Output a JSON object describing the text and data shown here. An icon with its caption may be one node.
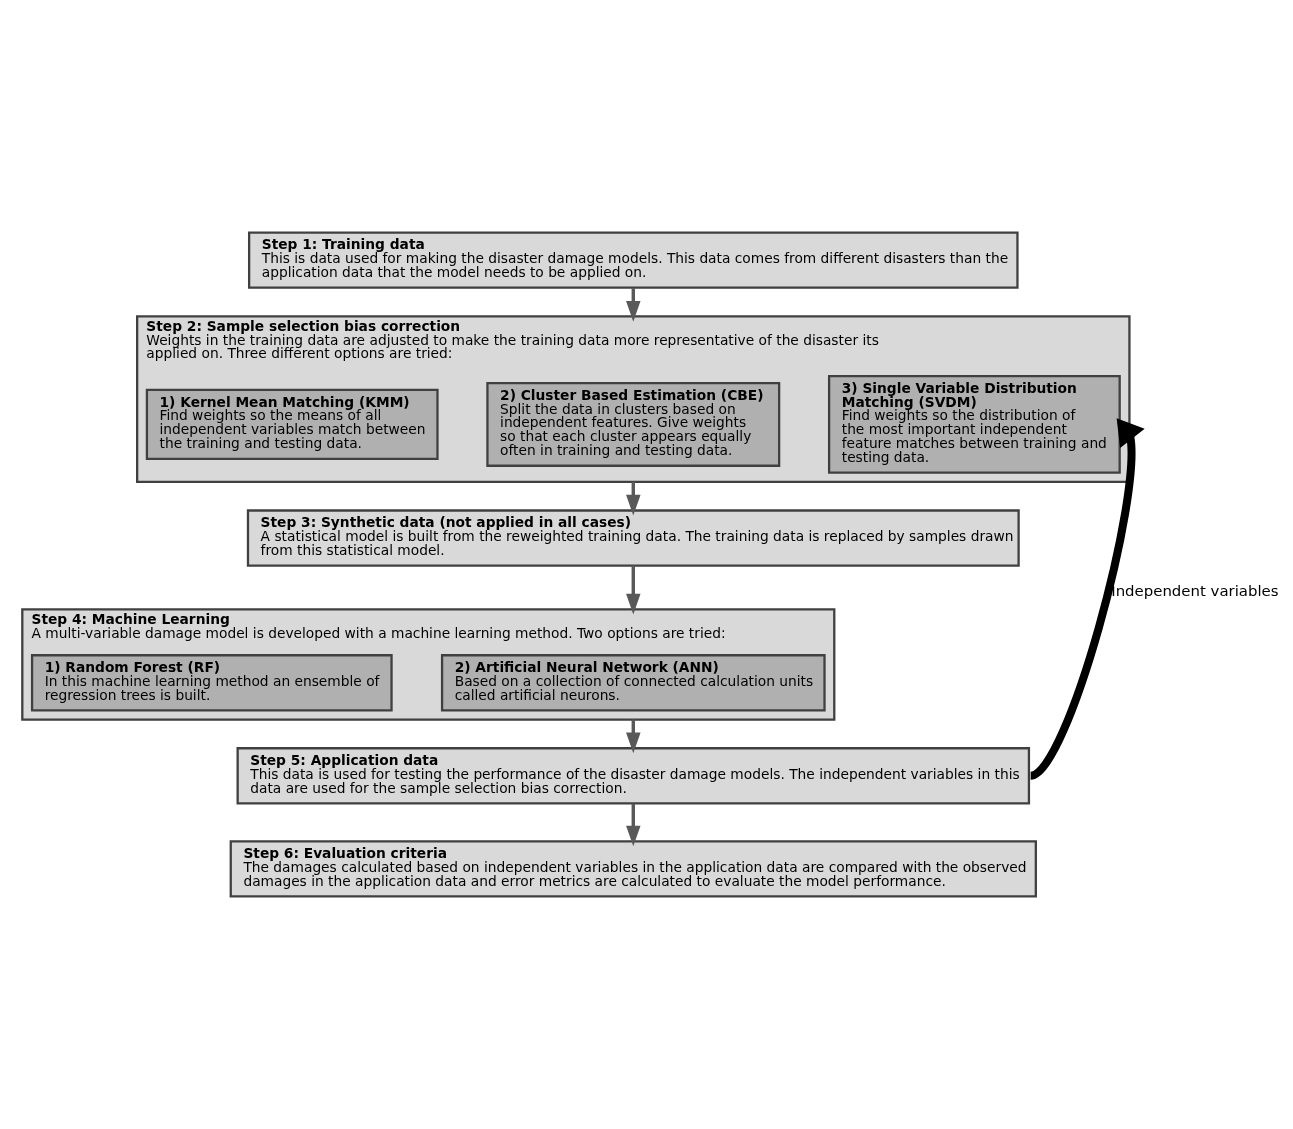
{
  "diagram": {
    "nodes": [
      {
        "text": [
          "Step 1: Training data",
          "This is data used for making the disaster damage models. This data comes from different disasters than the application data that the model needs to be applied on."
        ]
      },
      {
        "text": [
          "Step 2: Sample selection bias correction",
          "Weights in the training data are adjusted to make the training data more representative of the disaster its applied on. Three different options are tried:"
        ]
      },
      {
        "text": [
          "1) Kernel Mean Matching (KMM)",
          "Find weights so the means of all independent variables match between the training and testing data."
        ],
        "in": 1
      },
      {
        "text": [
          "2) Cluster Based Estimation (CBE)",
          "Split the data in clusters based on independent features. Give weights so that each cluster appears equally often in training and testing data."
        ],
        "in": 1
      },
      {
        "text": [
          "3) Single Variable Distribution Matching (SVDM)",
          "Find weights so the distribution of the most important independent feature matches between training and testing data."
        ],
        "in": 1
      },
      {
        "text": [
          "Step 3: Synthetic data (not applied in all cases)",
          "A statistical model is built from the reweighted training data. The training data is replaced by samples drawn from this statistical model."
        ]
      },
      {
        "text": [
          "Step 4: Machine Learning",
          "A multi-variable damage model is developed with a machine learning method. Two options are tried:"
        ]
      },
      {
        "text": [
          "1) Random Forest (RF)",
          "In this machine learning method an ensemble of regression trees is built."
        ],
        "in": 6
      },
      {
        "text": [
          "2) Artificial Neural Network (ANN)",
          "Based on a collection of connected calculation units called artificial neurons."
        ],
        "in": 6
      },
      {
        "text": [
          "Step 5: Application data",
          "This data is used for testing the performance of the disaster damage models. The independent variables in this data are used for the sample selection bias correction."
        ]
      },
      {
        "text": [
          "Step 6: Evaluation criteria",
          "The damages calculated based on independent variables in the application data are compared with the observed damages in the application data and error metrics are calculated to evaluate the model performance."
        ]
      }
    ],
    "edges": [
      {
        "from": 0,
        "to": 1,
        "arrow": "to"
      },
      {
        "from": 1,
        "to": 5,
        "arrow": "to"
      },
      {
        "from": 5,
        "to": 6,
        "arrow": "to"
      },
      {
        "from": 6,
        "to": 9,
        "arrow": "to"
      },
      {
        "from": 9,
        "to": 10,
        "arrow": "to"
      },
      {
        "from": 9,
        "to": 4,
        "arrow": "to",
        "label": "Independent variables",
        "style": "thick",
        "color": "#000000"
      }
    ]
  }
}
